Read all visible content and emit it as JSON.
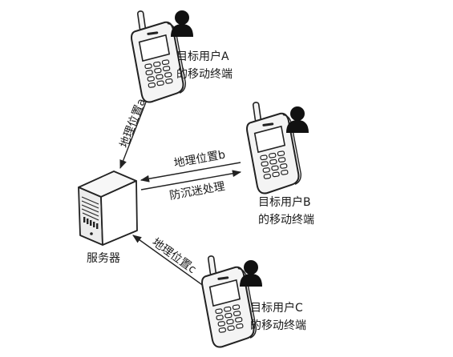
{
  "nodes": {
    "user_a": {
      "line1": "目标用户A",
      "line2": "的移动终端"
    },
    "user_b": {
      "line1": "目标用户B",
      "line2": "的移动终端"
    },
    "user_c": {
      "line1": "目标用户C",
      "line2": "的移动终端"
    },
    "server": {
      "label": "服务器"
    }
  },
  "edges": {
    "a_to_server": "地理位置a",
    "b_to_server": "地理位置b",
    "server_to_b": "防沉迷处理",
    "c_to_server": "地理位置c"
  },
  "icons": {
    "phone": "mobile-phone-icon",
    "user": "user-icon",
    "server": "server-icon"
  },
  "colors": {
    "stroke": "#222222",
    "phone_body": "#f4f4f4",
    "screen": "#ffffff",
    "user_fill": "#111111"
  }
}
